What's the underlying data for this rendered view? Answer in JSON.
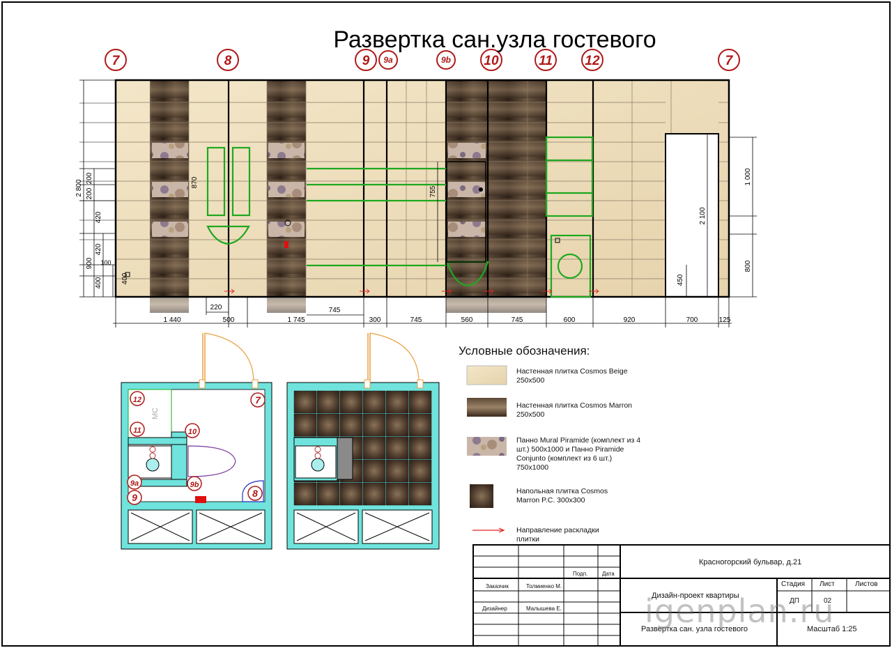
{
  "title": "Развертка сан.узла гостевого",
  "wall_markers": [
    "7",
    "8",
    "9",
    "9a",
    "9b",
    "10",
    "11",
    "12",
    "7"
  ],
  "plan_markers": [
    "12",
    "11",
    "10",
    "7",
    "9a",
    "9b",
    "9",
    "8"
  ],
  "plan_wc_label": "МС",
  "dims_bottom_row1": [
    "1 440",
    "500",
    "1 745",
    "300",
    "745",
    "560",
    "745",
    "600",
    "920",
    "700",
    "125"
  ],
  "dims_bottom_row2": [
    "220",
    "745"
  ],
  "dims_left": [
    "2 800",
    "200",
    "200",
    "420",
    "420",
    "900",
    "100",
    "400",
    "400"
  ],
  "dims_inner": [
    "870",
    "755",
    "2 100",
    "450"
  ],
  "dims_right": [
    "1 000",
    "800"
  ],
  "legend": {
    "title": "Условные обозначения:",
    "items": [
      {
        "text": "Настенная плитка Cosmos Beige 250x500"
      },
      {
        "text": "Настенная плитка Cosmos Marron 250x500"
      },
      {
        "text": "Панно Mural Piramide (комплект из 4 шт.) 500x1000 и Панно Piramide Conjunto (комплект из 6 шт.) 750x1000"
      },
      {
        "text": "Напольная плитка Cosmos Marron P.C. 300x300"
      },
      {
        "text": "Направление раскладки плитки"
      }
    ]
  },
  "title_block": {
    "address": "Красногорский бульвар, д.21",
    "col_sign": "Подп.",
    "col_date": "Дата",
    "stage_label": "Стадия",
    "sheet_label": "Лист",
    "sheets_label": "Листов",
    "customer_label": "Заказчик",
    "customer_name": "Толмиенко М.",
    "designer_label": "Дизайнер",
    "designer_name": "Малышева Е.",
    "project": "Дизайн-проект квартиры",
    "stage_value": "ДП",
    "sheet_value": "02",
    "drawing_name": "Развертка сан. узла гостевого",
    "scale": "Масштаб 1:25"
  },
  "watermark": "igenplan.ru",
  "colors": {
    "beige": "#ecdcb8",
    "marron": "#4a3a2c",
    "green": "#1ea81e",
    "marker": "#b01818",
    "wall_plan": "#6fe3dc",
    "door": "#e8a040",
    "arrow": "#e02020"
  }
}
